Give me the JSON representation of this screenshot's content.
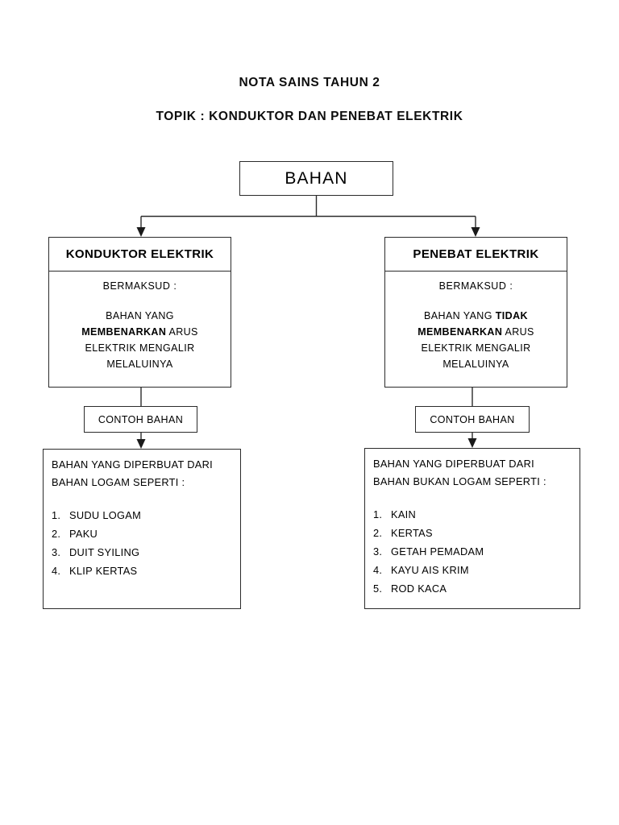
{
  "document": {
    "title_line_1": "NOTA SAINS TAHUN 2",
    "title_line_2": "TOPIK : KONDUKTOR DAN PENEBAT ELEKTRIK"
  },
  "root": {
    "label": "BAHAN"
  },
  "branches": [
    {
      "id": "konduktor",
      "header": "KONDUKTOR ELEKTRIK",
      "means_label": "BERMAKSUD :",
      "means_lines": [
        {
          "text": "BAHAN YANG",
          "bold_parts": []
        },
        {
          "text": "MEMBENARKAN ARUS",
          "bold_parts": [
            "MEMBENARKAN"
          ]
        },
        {
          "text": "ELEKTRIK MENGALIR",
          "bold_parts": []
        },
        {
          "text": "MELALUINYA",
          "bold_parts": []
        }
      ],
      "example_label": "CONTOH BAHAN",
      "list_head_lines": [
        "BAHAN YANG DIPERBUAT DARI",
        "BAHAN  LOGAM SEPERTI :"
      ],
      "list_items": [
        {
          "num": "1.",
          "text": "SUDU LOGAM"
        },
        {
          "num": "2.",
          "text": "PAKU"
        },
        {
          "num": "3.",
          "text": "DUIT SYILING"
        },
        {
          "num": "4.",
          "text": "KLIP KERTAS"
        }
      ]
    },
    {
      "id": "penebat",
      "header": "PENEBAT ELEKTRIK",
      "means_label": "BERMAKSUD :",
      "means_lines": [
        {
          "text": "BAHAN YANG TIDAK",
          "bold_parts": [
            "TIDAK"
          ]
        },
        {
          "text": "MEMBENARKAN ARUS",
          "bold_parts": [
            "MEMBENARKAN"
          ]
        },
        {
          "text": "ELEKTRIK MENGALIR",
          "bold_parts": []
        },
        {
          "text": "MELALUINYA",
          "bold_parts": []
        }
      ],
      "example_label": "CONTOH BAHAN",
      "list_head_lines": [
        "BAHAN YANG DIPERBUAT DARI",
        "BAHAN BUKAN LOGAM SEPERTI :"
      ],
      "list_items": [
        {
          "num": "1.",
          "text": "KAIN"
        },
        {
          "num": "2.",
          "text": "KERTAS"
        },
        {
          "num": "3.",
          "text": "GETAH PEMADAM"
        },
        {
          "num": "4.",
          "text": "KAYU AIS KRIM"
        },
        {
          "num": "5.",
          "text": "ROD KACA"
        }
      ]
    }
  ],
  "colors": {
    "stroke": "#2b2b2b",
    "text": "#000000",
    "background": "#ffffff"
  }
}
